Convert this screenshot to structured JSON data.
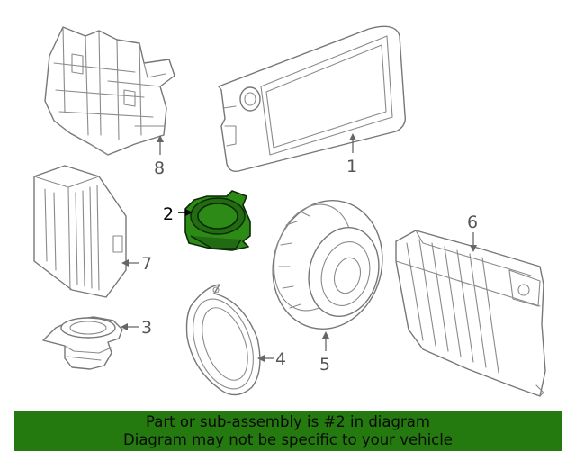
{
  "colors": {
    "highlight": "#2d8a17",
    "banner_background": "#247a0f",
    "line_art": "#777777"
  },
  "callouts": [
    {
      "label": "1",
      "part": "display screen"
    },
    {
      "label": "2",
      "part": "highlighted speaker"
    },
    {
      "label": "3",
      "part": "tweeter mount"
    },
    {
      "label": "4",
      "part": "speaker trim ring"
    },
    {
      "label": "5",
      "part": "speaker"
    },
    {
      "label": "6",
      "part": "amplifier"
    },
    {
      "label": "7",
      "part": "control module"
    },
    {
      "label": "8",
      "part": "mounting bracket"
    }
  ],
  "highlighted_callout": "2",
  "banner": {
    "line1": "Part or sub-assembly is #2 in diagram",
    "line2": "Diagram may not be specific to your vehicle"
  }
}
